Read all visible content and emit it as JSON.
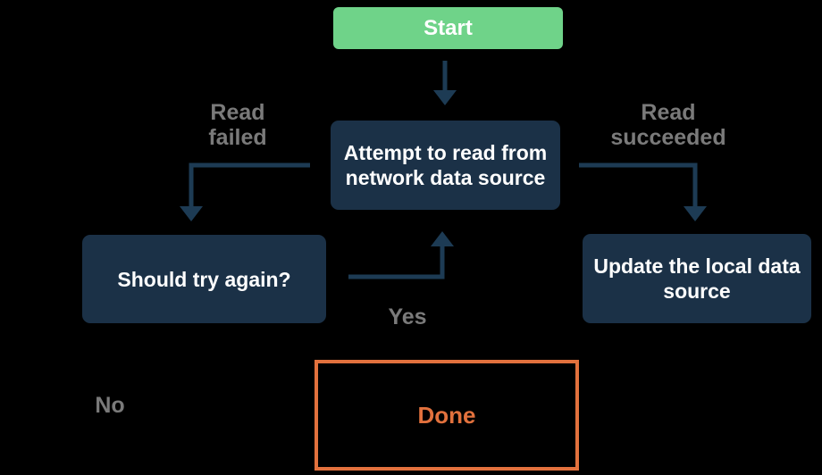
{
  "diagram": {
    "type": "flowchart",
    "nodes": {
      "start": {
        "label": "Start"
      },
      "attempt": {
        "label": "Attempt to read from network data source"
      },
      "retry": {
        "label": "Should try again?"
      },
      "update": {
        "label": "Update the local data source"
      },
      "done": {
        "label": "Done"
      }
    },
    "edge_labels": {
      "read_failed": "Read failed",
      "read_succeeded": "Read succeeded",
      "yes": "Yes",
      "no": "No"
    },
    "edges": [
      {
        "from": "start",
        "to": "attempt",
        "label": ""
      },
      {
        "from": "attempt",
        "to": "retry",
        "label": "Read failed"
      },
      {
        "from": "attempt",
        "to": "update",
        "label": "Read succeeded"
      },
      {
        "from": "retry",
        "to": "attempt",
        "label": "Yes"
      },
      {
        "from": "retry",
        "to": "done",
        "label": "No"
      }
    ],
    "colors": {
      "background": "#000000",
      "start_fill": "#6fd389",
      "process_fill": "#1b3147",
      "arrow": "#1d3b54",
      "edge_label_text": "#7a7a7a",
      "done_accent": "#e2713d",
      "node_text": "#ffffff"
    }
  }
}
